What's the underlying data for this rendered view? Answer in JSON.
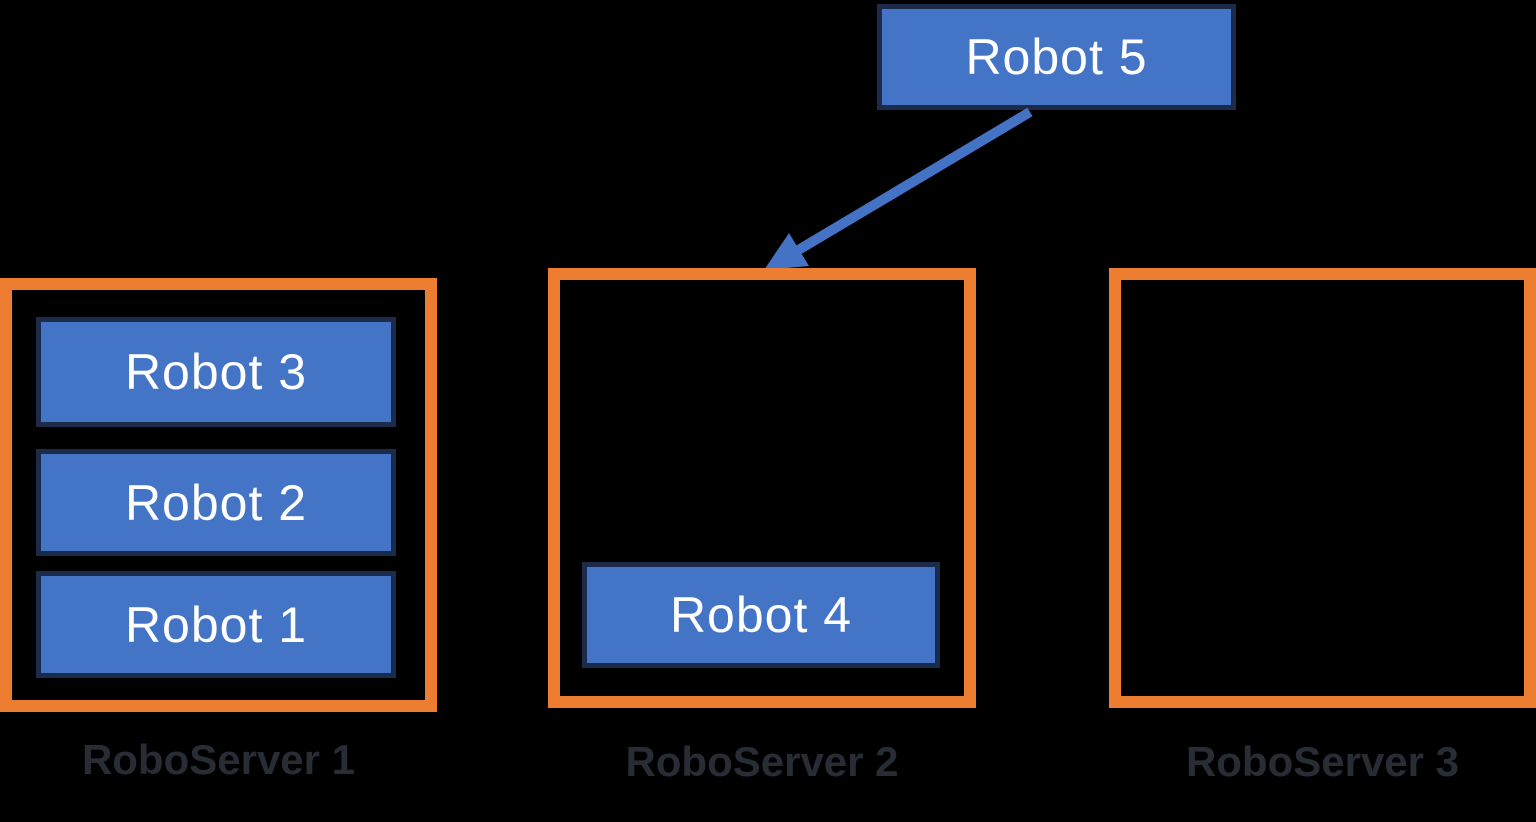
{
  "diagram": {
    "type": "deployment-diagram",
    "colors": {
      "background": "#000000",
      "robot_fill": "#4374c6",
      "robot_border": "#1b2b49",
      "robot_text": "#ffffff",
      "server_border_orange": "#ed7d31",
      "server_label_text": "#272c35",
      "arrow_blue": "#4472c4"
    },
    "floating_robot": {
      "label": "Robot 5"
    },
    "arrow": {
      "from": "Robot 5",
      "to": "RoboServer 2",
      "direction": "down-left"
    },
    "servers": [
      {
        "label": "RoboServer 1",
        "robots": [
          "Robot 3",
          "Robot 2",
          "Robot 1"
        ]
      },
      {
        "label": "RoboServer 2",
        "robots": [
          "Robot 4"
        ]
      },
      {
        "label": "RoboServer 3",
        "robots": []
      }
    ]
  }
}
